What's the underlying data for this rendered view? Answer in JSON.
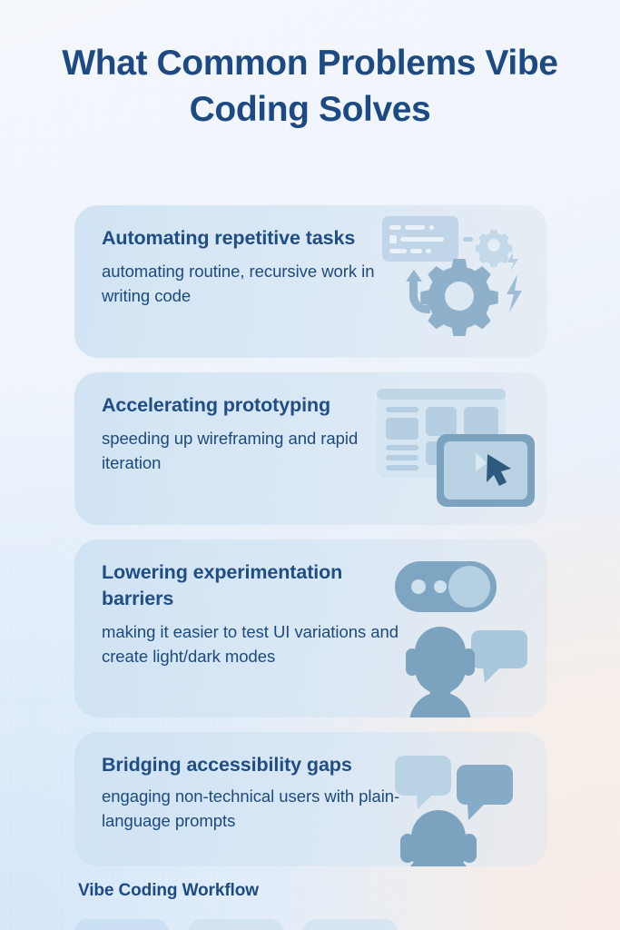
{
  "poster": {
    "title": "What Common Problems Vibe Coding Solves",
    "footer_label": "Vibe Coding Workflow",
    "colors": {
      "heading_navy": "#1d4a82",
      "body_navy": "#1c4a7c",
      "card_fill": "#cee2f3",
      "icon_light": "#c3d8e9",
      "icon_mid": "#a6c3da",
      "icon_dark": "#7ba2bf",
      "bg_top_left": "#f4f7fc",
      "bg_bottom_left": "#d4e6f8",
      "bg_bottom_right": "#f7ece7"
    }
  },
  "cards": [
    {
      "heading": "Automating repetitive tasks",
      "body": "automating routine, recursive work in writing code",
      "icon_name": "code-panel-gears-icon"
    },
    {
      "heading": "Accelerating prototyping",
      "body": "speeding up wireframing and rapid iteration",
      "icon_name": "wireframe-cursor-icon"
    },
    {
      "heading": "Lowering experimentation barriers",
      "body": "making it easier to test UI variations and create light/dark modes",
      "icon_name": "toggle-switch-person-icon"
    },
    {
      "heading": "Bridging accessibility gaps",
      "body": "engaging non-technical users with plain-language prompts",
      "icon_name": "speech-bubbles-person-icon"
    }
  ]
}
